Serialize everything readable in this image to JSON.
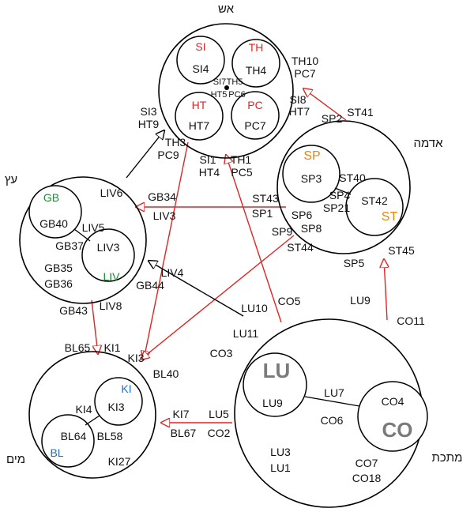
{
  "elements": {
    "fire": "אש",
    "earth": "אדמה",
    "wood": "עץ",
    "water": "מים",
    "metal": "מתכת"
  },
  "colors": {
    "red": "#e02424",
    "orange": "#e8850f",
    "green": "#1f8a3a",
    "blue": "#1f6fc0",
    "gray": "#7a7a7a"
  },
  "fire": {
    "si": "SI",
    "si_pt": "SI4",
    "th": "TH",
    "th_pt": "TH4",
    "ht": "HT",
    "ht_pt": "HT7",
    "pc": "PC",
    "pc_pt": "PC7",
    "center_tl": "SI7",
    "center_tr": "TH5",
    "center_bl": "HT5",
    "center_br": "PC6",
    "right_th10": "TH10",
    "right_pc7": "PC7",
    "si8": "SI8",
    "ht7": "HT7",
    "left_si3": "SI3",
    "left_ht9": "HT9",
    "th3": "TH3",
    "pc9": "PC9",
    "bot_si1": "SI1",
    "bot_ht4": "HT4",
    "bot_th1": "TH1",
    "bot_pc5": "PC5"
  },
  "earth": {
    "sp": "SP",
    "sp_pt": "SP3",
    "st": "ST",
    "st_pt": "ST42",
    "st40": "ST40",
    "sp4": "SP4",
    "sp21": "SP21",
    "st41": "ST41",
    "sp2": "SP2",
    "st43": "ST43",
    "sp1": "SP1",
    "sp6": "SP6",
    "sp9": "SP9",
    "sp8": "SP8",
    "st44": "ST44",
    "st45": "ST45",
    "sp5": "SP5"
  },
  "wood": {
    "gb": "GB",
    "gb_pt": "GB40",
    "liv": "LIV",
    "liv_pt": "LIV3",
    "liv6": "LIV6",
    "liv5": "LIV5",
    "gb37": "GB37",
    "gb35": "GB35",
    "gb36": "GB36",
    "gb34": "GB34",
    "liv3": "LIV3",
    "liv4": "LIV4",
    "gb44": "GB44",
    "gb43": "GB43",
    "liv8": "LIV8"
  },
  "water": {
    "ki": "KI",
    "ki_pt": "KI3",
    "bl": "BL",
    "bl_pt": "BL64",
    "ki4": "KI4",
    "bl58": "BL58",
    "ki27": "KI27",
    "bl65": "BL65",
    "ki1": "KI1",
    "ki3": "KI3",
    "bl40": "BL40",
    "ki7": "KI7",
    "bl67": "BL67"
  },
  "metal": {
    "lu": "LU",
    "lu_pt": "LU9",
    "co": "CO",
    "co_pt": "CO4",
    "lu7": "LU7",
    "co6": "CO6",
    "lu3": "LU3",
    "lu1": "LU1",
    "co7": "CO7",
    "co18": "CO18",
    "lu10": "LU10",
    "co5": "CO5",
    "lu11": "LU11",
    "co3": "CO3",
    "lu5": "LU5",
    "co2": "CO2",
    "lu9": "LU9",
    "co11": "CO11"
  }
}
